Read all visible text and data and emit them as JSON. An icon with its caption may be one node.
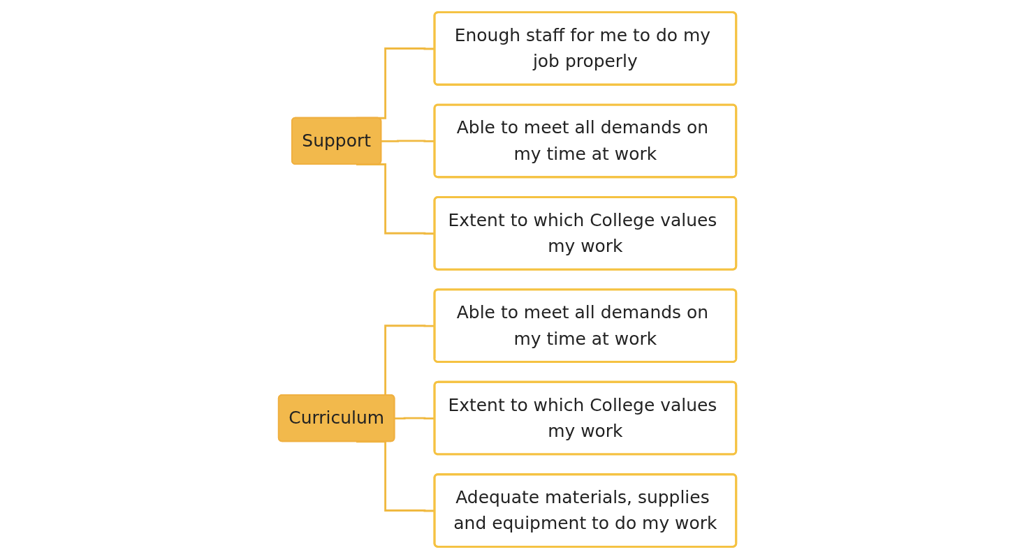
{
  "diagram": {
    "nodes": [
      {
        "text": [
          "Support"
        ]
      },
      {
        "text": [
          "Enough staff for me to do my job properly"
        ]
      },
      {
        "text": [
          "Able to meet all demands on my time at work"
        ]
      },
      {
        "text": [
          "Extent to which College values my work"
        ]
      },
      {
        "text": [
          "Curriculum"
        ]
      },
      {
        "text": [
          "Able to meet all demands on my time at work"
        ]
      },
      {
        "text": [
          "Extent to which College values my work"
        ]
      },
      {
        "text": [
          "Adequate materials, supplies and equipment to do my work"
        ]
      }
    ],
    "edges": [
      {
        "from": 0,
        "to": 1,
        "arrow": "none"
      },
      {
        "from": 0,
        "to": 2,
        "arrow": "none"
      },
      {
        "from": 0,
        "to": 3,
        "arrow": "none"
      },
      {
        "from": 4,
        "to": 5,
        "arrow": "none"
      },
      {
        "from": 4,
        "to": 6,
        "arrow": "none"
      },
      {
        "from": 4,
        "to": 7,
        "arrow": "none"
      }
    ]
  }
}
